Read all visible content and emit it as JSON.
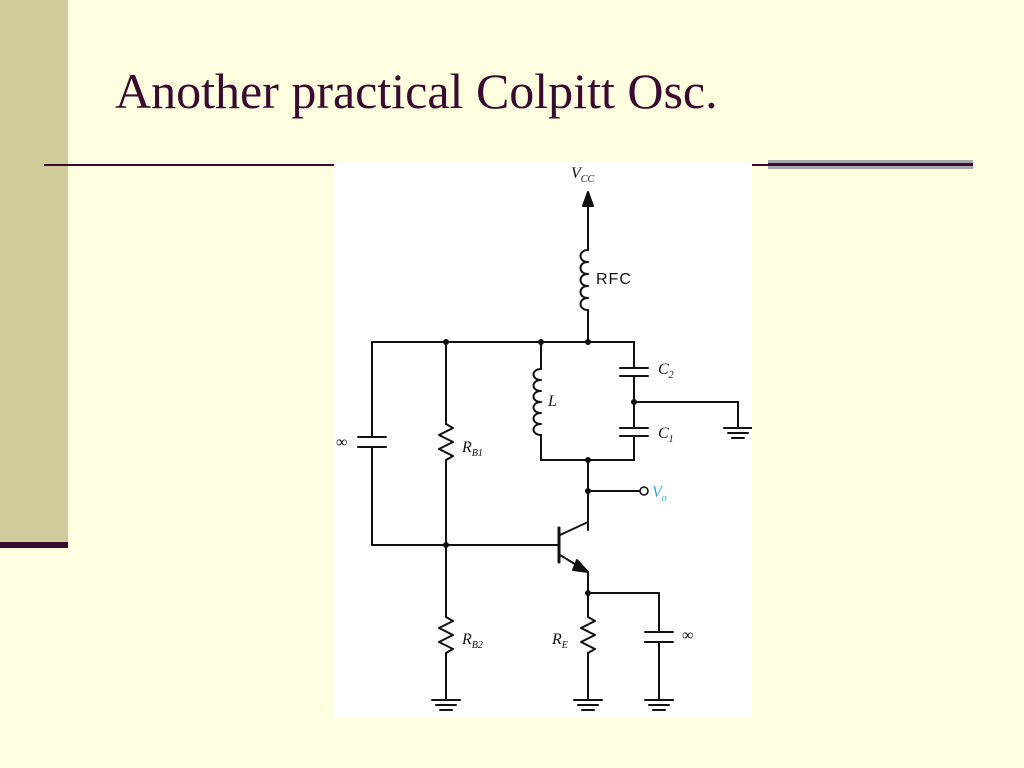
{
  "slide": {
    "title": "Another practical Colpitt Osc."
  },
  "circuit": {
    "labels": {
      "vcc_main": "V",
      "vcc_sub": "CC",
      "rfc": "RFC",
      "c2_main": "C",
      "c2_sub": "2",
      "c1_main": "C",
      "c1_sub": "1",
      "l": "L",
      "rb1_main": "R",
      "rb1_sub": "B1",
      "rb2_main": "R",
      "rb2_sub": "B2",
      "re_main": "R",
      "re_sub": "E",
      "vo_main": "V",
      "vo_sub": "o",
      "inf_left": "∞",
      "inf_right": "∞"
    },
    "colors": {
      "wire": "#111111",
      "output_label": "#2fa9d8"
    }
  }
}
